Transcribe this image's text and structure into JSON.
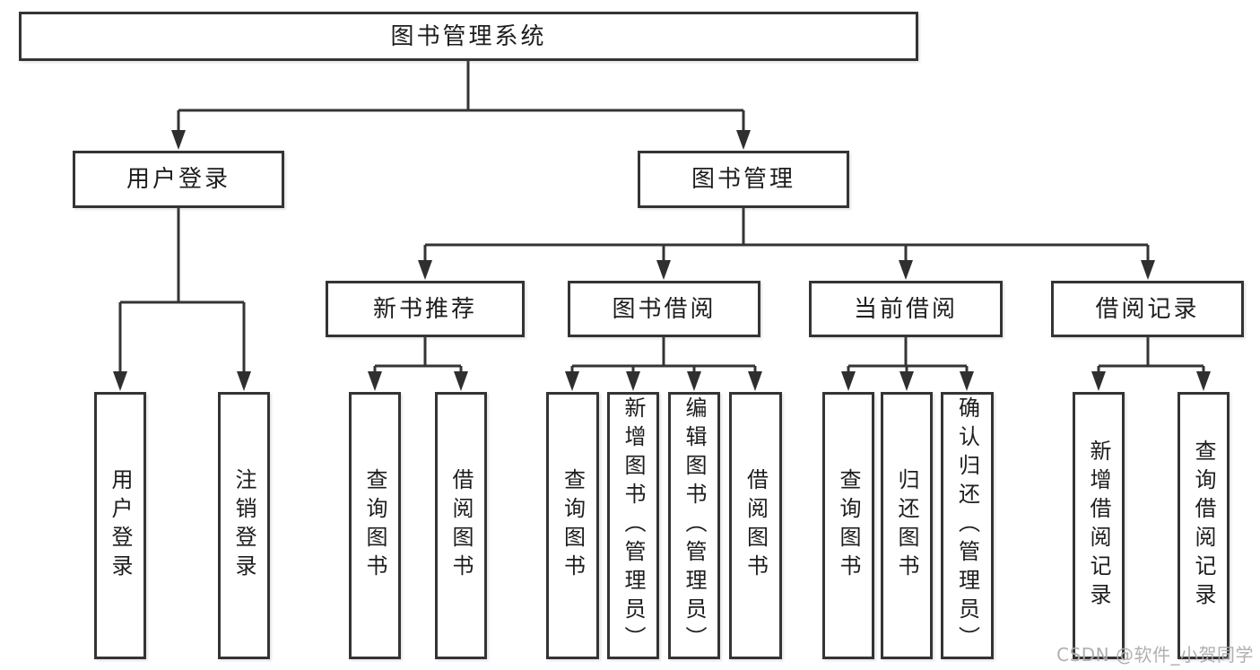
{
  "diagram": {
    "type": "hierarchy-diagram",
    "colors": {
      "background": "#ffffff",
      "line": "#343434",
      "box_border": "#343434",
      "box_fill": "#ffffff",
      "text": "#1d1d1d",
      "watermark": "#acacac"
    },
    "watermark": "CSDN @软件_小贺同学",
    "nodes": {
      "root": {
        "label": "图书管理系统"
      },
      "userLogin": {
        "label": "用户登录"
      },
      "bookMgmt": {
        "label": "图书管理"
      },
      "newBookRec": {
        "label": "新书推荐"
      },
      "bookBorrow": {
        "label": "图书借阅"
      },
      "currentBorrow": {
        "label": "当前借阅"
      },
      "borrowRecord": {
        "label": "借阅记录"
      },
      "loginUser": {
        "label": "用户登录"
      },
      "logoutUser": {
        "label": "注销登录"
      },
      "queryBook1": {
        "label": "查询图书"
      },
      "borrowBook1": {
        "label": "借阅图书"
      },
      "queryBook2": {
        "label": "查询图书"
      },
      "addBook": {
        "label": "新增图书（管理员）"
      },
      "editBook": {
        "label": "编辑图书（管理员）"
      },
      "borrowBook2": {
        "label": "借阅图书"
      },
      "queryBook3": {
        "label": "查询图书"
      },
      "returnBook": {
        "label": "归还图书"
      },
      "confirmReturn": {
        "label": "确认归还（管理员）"
      },
      "addBorrowRecord": {
        "label": "新增借阅记录"
      },
      "queryBorrowRecord": {
        "label": "查询借阅记录"
      }
    },
    "hierarchy": {
      "图书管理系统": {
        "用户登录": [
          "用户登录",
          "注销登录"
        ],
        "图书管理": {
          "新书推荐": [
            "查询图书",
            "借阅图书"
          ],
          "图书借阅": [
            "查询图书",
            "新增图书（管理员）",
            "编辑图书（管理员）",
            "借阅图书"
          ],
          "当前借阅": [
            "查询图书",
            "归还图书",
            "确认归还（管理员）"
          ],
          "借阅记录": [
            "新增借阅记录",
            "查询借阅记录"
          ]
        }
      }
    }
  }
}
